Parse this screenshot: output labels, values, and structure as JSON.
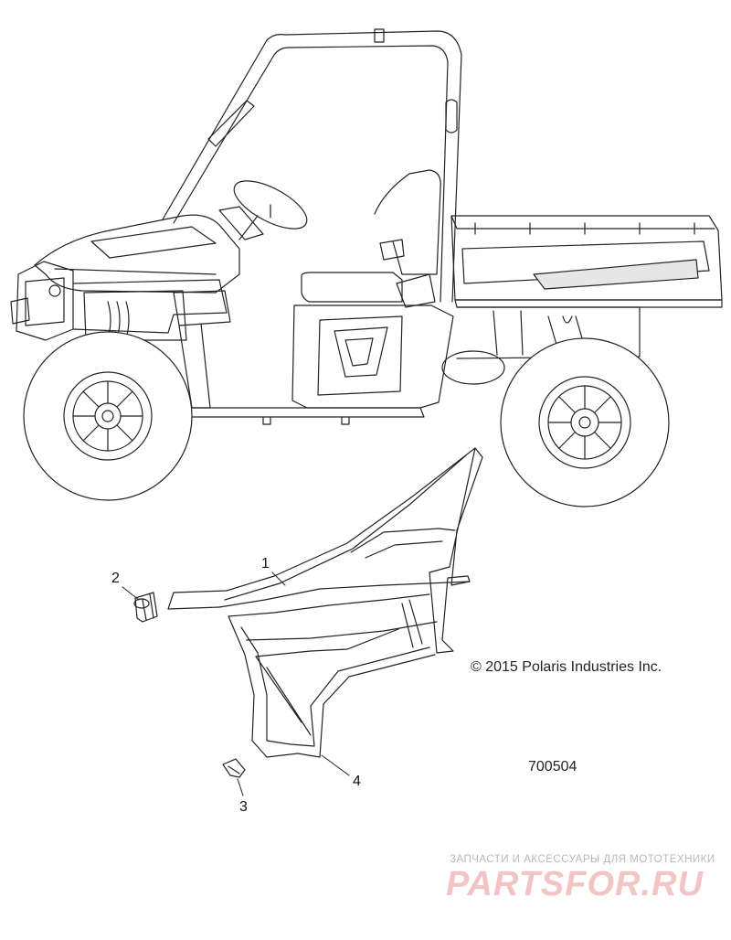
{
  "diagram": {
    "callouts": [
      {
        "id": "callout-1",
        "label": "1"
      },
      {
        "id": "callout-2",
        "label": "2"
      },
      {
        "id": "callout-3",
        "label": "3"
      },
      {
        "id": "callout-4",
        "label": "4"
      }
    ],
    "copyright": "© 2015 Polaris Industries Inc.",
    "figure_number": "700504"
  },
  "watermark": {
    "tagline": "ЗАПЧАСТИ И АКСЕССУАРЫ ДЛЯ МОТОТЕХНИКИ",
    "logo_text": "PARTSFOR.RU",
    "logo_color": "#f2c4c4"
  },
  "colors": {
    "line": "#222222",
    "shade": "#e6e6e6",
    "background": "#ffffff"
  }
}
